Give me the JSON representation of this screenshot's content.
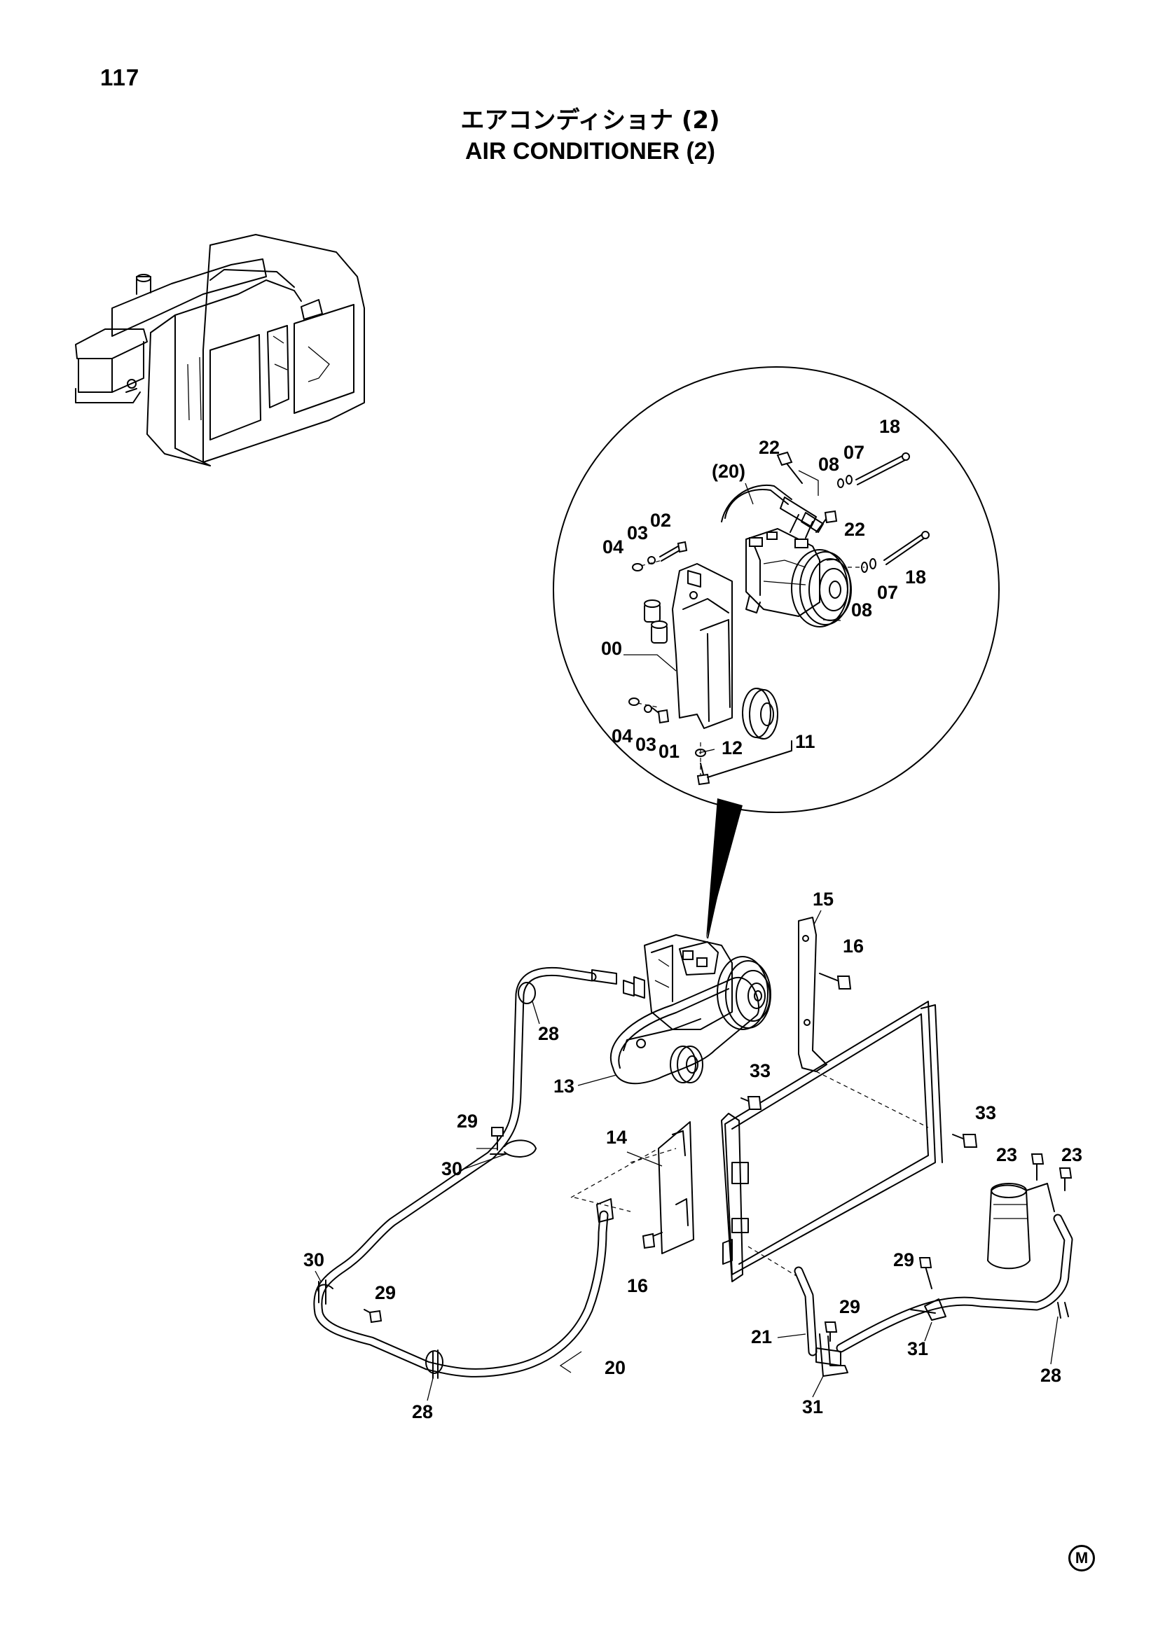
{
  "page_number": "117",
  "title_jp": "エアコンディショナ (2)",
  "title_en": "AIR CONDITIONER (2)",
  "corner_mark": "M",
  "callouts_detail": [
    "22",
    "(20)",
    "08",
    "07",
    "18",
    "04",
    "03",
    "02",
    "22",
    "08",
    "07",
    "18",
    "00",
    "04",
    "03",
    "01",
    "12",
    "11"
  ],
  "callouts_main": [
    "15",
    "16",
    "28",
    "13",
    "33",
    "29",
    "30",
    "33",
    "14",
    "23",
    "23",
    "29",
    "30",
    "29",
    "16",
    "29",
    "21",
    "31",
    "20",
    "28",
    "31",
    "28"
  ]
}
